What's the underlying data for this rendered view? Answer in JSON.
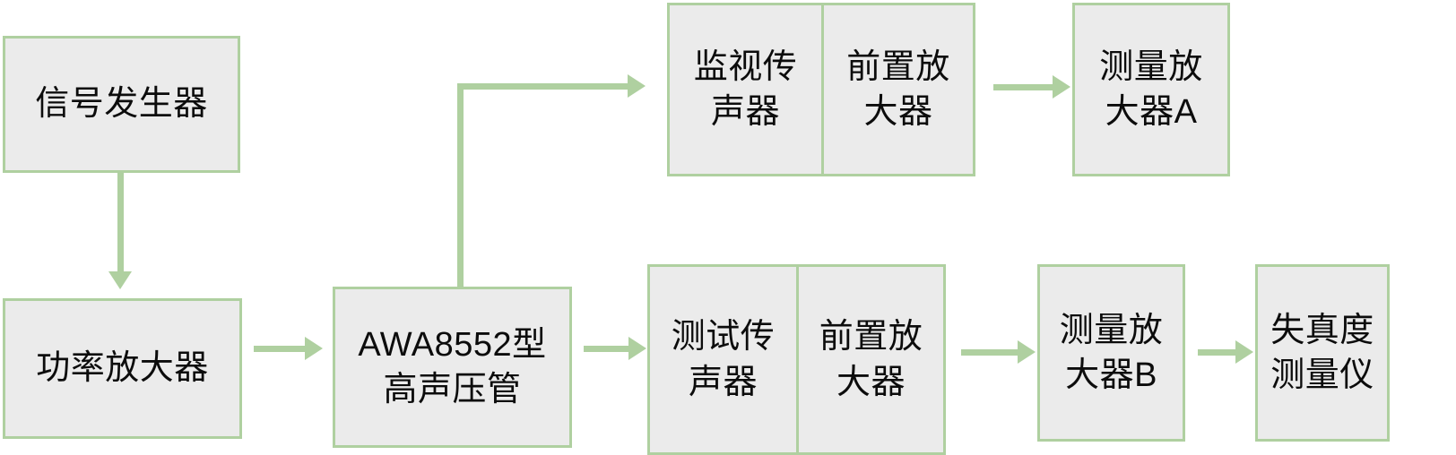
{
  "diagram": {
    "title_text_present": false,
    "palette": {
      "node_fill": "#EBEBEB",
      "node_border": "#AFD0A0",
      "connector": "#AFD0A0",
      "text": "#0C0C0C",
      "background": "#FFFFFF"
    },
    "nodes": {
      "signal_generator": {
        "label": "信号发生器"
      },
      "power_amplifier": {
        "label": "功率放大器"
      },
      "high_pressure_tube": {
        "line1": "AWA8552型",
        "line2": "高声压管"
      },
      "monitor_microphone": {
        "line1": "监视传",
        "line2": "声器"
      },
      "preamp_top": {
        "line1": "前置放",
        "line2": "大器"
      },
      "measuring_amplifier_a": {
        "line1": "测量放",
        "line2": "大器A"
      },
      "test_microphone": {
        "line1": "测试传",
        "line2": "声器"
      },
      "preamp_bottom": {
        "line1": "前置放",
        "line2": "大器"
      },
      "measuring_amplifier_b": {
        "line1": "测量放",
        "line2": "大器B"
      },
      "distortion_meter": {
        "line1": "失真度",
        "line2": "测量仪"
      }
    },
    "connectors": [
      {
        "name": "signal-generator-to-power-amplifier",
        "kind": "vertical-arrow-down"
      },
      {
        "name": "power-amplifier-to-high-pressure-tube",
        "kind": "horizontal-arrow-right"
      },
      {
        "name": "high-pressure-tube-to-monitor-microphone",
        "kind": "elbow-up-right-arrow"
      },
      {
        "name": "high-pressure-tube-to-test-microphone",
        "kind": "horizontal-arrow-right"
      },
      {
        "name": "preamp-top-to-measuring-amplifier-a",
        "kind": "horizontal-arrow-right"
      },
      {
        "name": "preamp-bottom-to-measuring-amplifier-b",
        "kind": "horizontal-arrow-right"
      },
      {
        "name": "measuring-amplifier-b-to-distortion-meter",
        "kind": "horizontal-arrow-right"
      }
    ]
  }
}
